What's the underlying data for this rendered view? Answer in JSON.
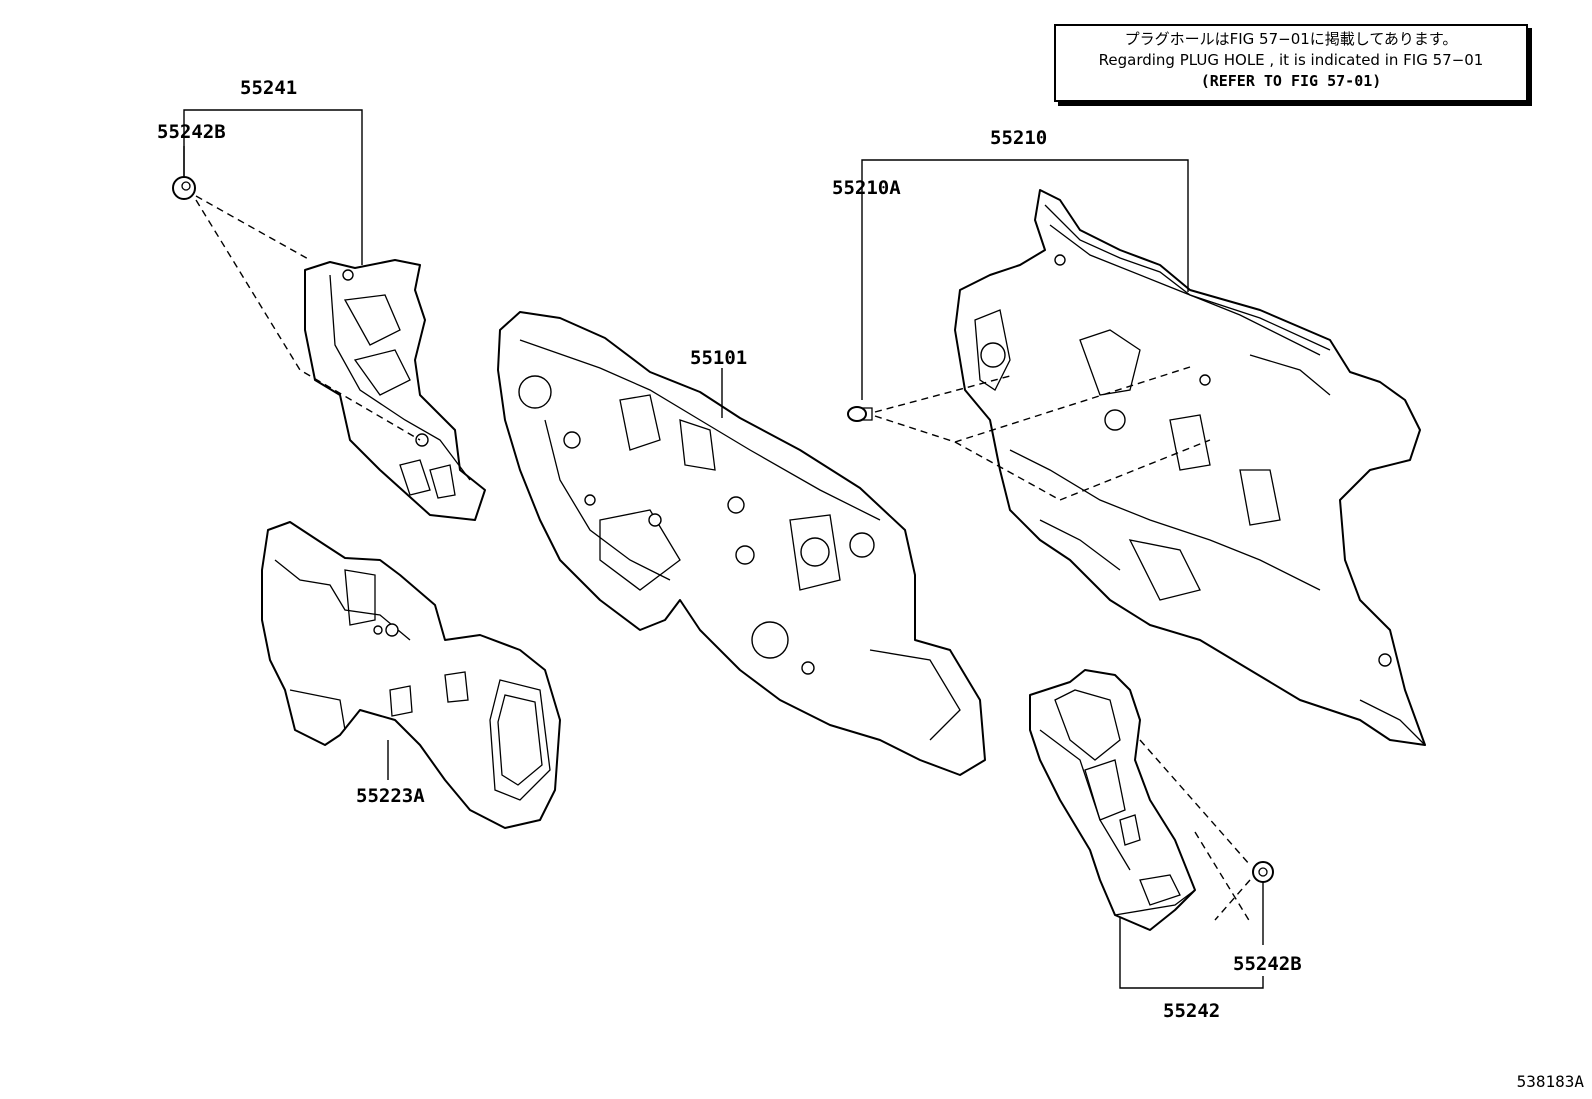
{
  "note": {
    "line_jp": "プラグホールはFIG 57−01に掲載してあります。",
    "line_en": "Regarding PLUG HOLE , it is indicated in FIG 57−01",
    "line_ref": "(REFER TO FIG 57-01)"
  },
  "labels": {
    "p55241": "55241",
    "p55242B_top": "55242B",
    "p55101": "55101",
    "p55210": "55210",
    "p55210A": "55210A",
    "p55223A": "55223A",
    "p55242B_bottom": "55242B",
    "p55242": "55242"
  },
  "figure_id": "538183A"
}
